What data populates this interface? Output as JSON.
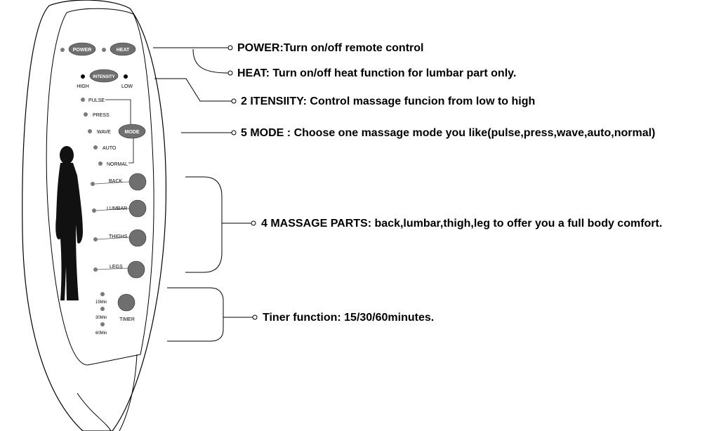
{
  "remote": {
    "power_label": "POWER",
    "heat_label": "HEAT",
    "intensity_label": "INTENSITY",
    "high_label": "HIGH",
    "low_label": "LOW",
    "mode_label": "MODE",
    "modes": [
      "PULSE",
      "PRESS",
      "WAVE",
      "AUTO",
      "NORMAL"
    ],
    "parts": [
      "BACK",
      "LUMBAR",
      "THIGHS",
      "LEGS"
    ],
    "timer_label": "TIMER",
    "timer_options": [
      "15Min",
      "30Min",
      "60Min"
    ]
  },
  "descriptions": {
    "power": "POWER:Turn on/off remote control",
    "heat": "HEAT: Turn on/off heat function for lumbar part only.",
    "intensity": "2  ITENSIITY: Control massage funcion from low to high",
    "mode": "5  MODE : Choose one massage mode you like(pulse,press,wave,auto,normal)",
    "parts": "4  MASSAGE PARTS: back,lumbar,thigh,leg to offer you a full body comfort.",
    "timer": "Tiner  function:  15/30/60minutes."
  },
  "colors": {
    "button": "#6f6f6f",
    "indicator": "#7a7a7a",
    "line": "#000000"
  }
}
